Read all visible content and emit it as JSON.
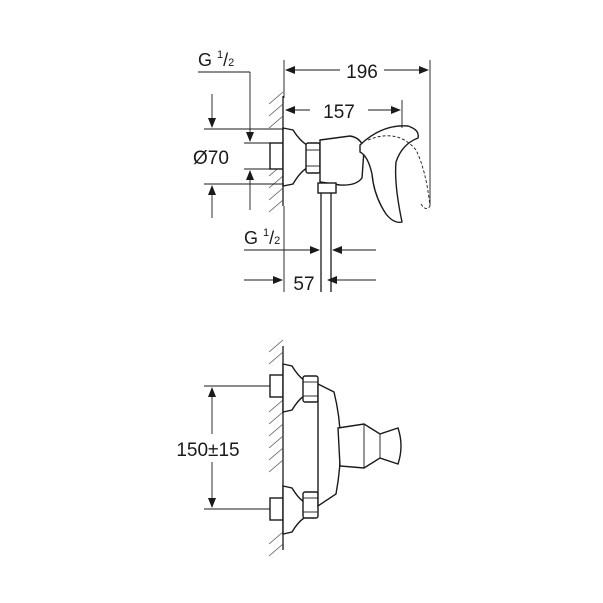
{
  "dimensions": {
    "overall_length": "196",
    "lever_length": "157",
    "diameter": "Ø70",
    "outlet_offset": "57",
    "center_distance": "150±15"
  },
  "threads": {
    "inlet": {
      "prefix": "G ",
      "num": "1",
      "den": "2"
    },
    "outlet": {
      "prefix": "G ",
      "num": "1",
      "den": "2"
    }
  }
}
